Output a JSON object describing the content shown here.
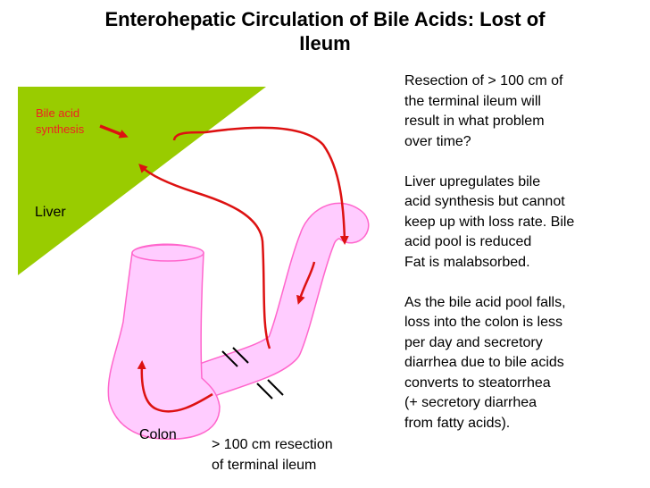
{
  "title": {
    "line1": "Enterohepatic Circulation of Bile Acids:  Lost of",
    "line2": "Ileum"
  },
  "labels": {
    "bile_acid_line1": "Bile acid",
    "bile_acid_line2": "synthesis",
    "liver": "Liver",
    "colon": "Colon",
    "resection_line1": "> 100 cm resection",
    "resection_line2": "of terminal ileum"
  },
  "panel": {
    "question_lines": [
      "Resection of > 100 cm of",
      "the terminal ileum will",
      "result in what problem",
      "over time?"
    ],
    "answer_lines": [
      "Liver upregulates bile",
      "acid synthesis but cannot",
      "keep up with loss rate. Bile",
      "acid pool is reduced",
      "Fat is malabsorbed."
    ],
    "consequence_lines": [
      "As the bile acid pool falls,",
      "loss into the colon is less",
      "per day and secretory",
      "diarrhea due to bile acids",
      "converts to steatorrhea",
      "(+ secretory diarrhea",
      "from fatty acids)."
    ]
  },
  "colors": {
    "liver": "#99cc00",
    "bowel_fill": "#ffccff",
    "bowel_outline": "#ff66cc",
    "arrow": "#dd1111",
    "synthesis_label": "#ee2222"
  }
}
